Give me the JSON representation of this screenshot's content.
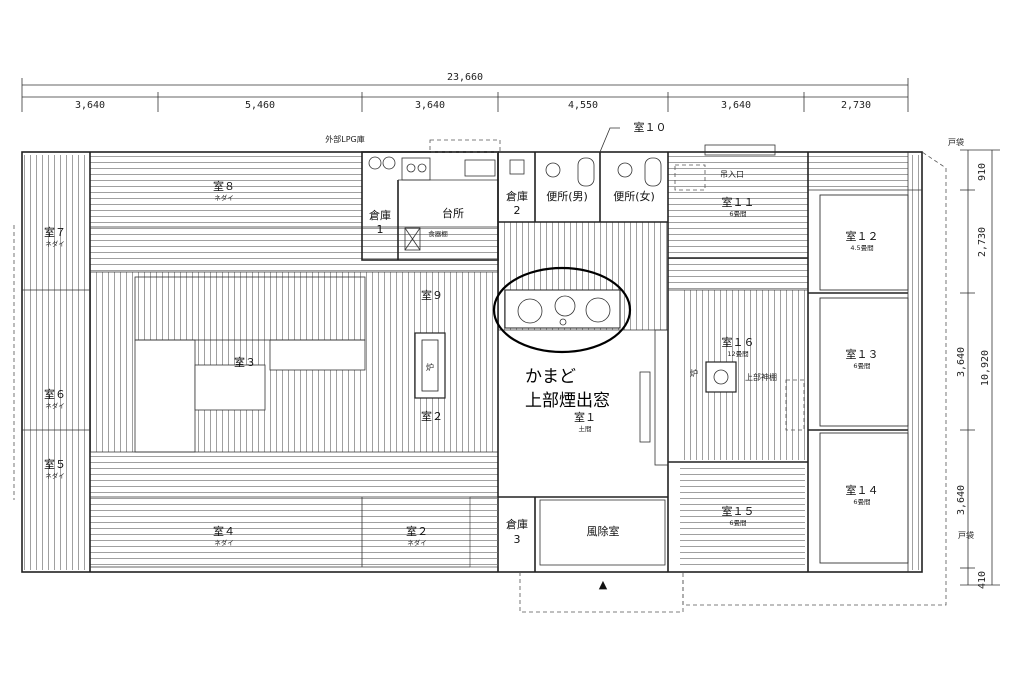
{
  "dimensions": {
    "total_width": "23,660",
    "top_segments": [
      "3,640",
      "5,460",
      "3,640",
      "4,550",
      "3,640",
      "2,730"
    ],
    "right_total": "10,920",
    "right_segments": [
      "910",
      "2,730",
      "3,640",
      "3,640",
      "410"
    ]
  },
  "rooms": {
    "r1": "室１",
    "r1_sub": "土間",
    "r2_center": "室２",
    "r2_bottom": "室２",
    "r2_bottom_sub": "ネダイ",
    "r3": "室３",
    "r4": "室４",
    "r4_sub": "ネダイ",
    "r5": "室５",
    "r5_sub": "ネダイ",
    "r6": "室６",
    "r6_sub": "ネダイ",
    "r7": "室７",
    "r7_sub": "ネダイ",
    "r8": "室８",
    "r8_sub": "ネダイ",
    "r9": "室９",
    "r10": "室１０",
    "r11": "室１１",
    "r11_sub": "6畳間",
    "r12": "室１２",
    "r12_sub": "4.5畳間",
    "r13": "室１３",
    "r13_sub": "6畳間",
    "r14": "室１４",
    "r14_sub": "6畳間",
    "r15": "室１５",
    "r15_sub": "6畳間",
    "r16": "室１６",
    "r16_sub": "12畳間",
    "kitchen": "台所",
    "storage1": "倉庫",
    "storage1_num": "1",
    "storage2": "倉庫",
    "storage2_num": "2",
    "storage3": "倉庫",
    "storage3_num": "3",
    "toilet_m": "便所(男)",
    "toilet_f": "便所(女)",
    "windbreak": "風除室",
    "lpg": "外部LPG庫",
    "tofukuro_top": "戸袋",
    "tofukuro_bottom": "戸袋",
    "tsuri_iriguchi": "吊入口",
    "shokkidana": "食器棚",
    "hearth1": "炉",
    "hearth2": "炉",
    "kamidana": "上部神棚"
  },
  "annotation": {
    "line1": "かまど",
    "line2": "上部煙出窓"
  },
  "entrance_marker": "▲"
}
